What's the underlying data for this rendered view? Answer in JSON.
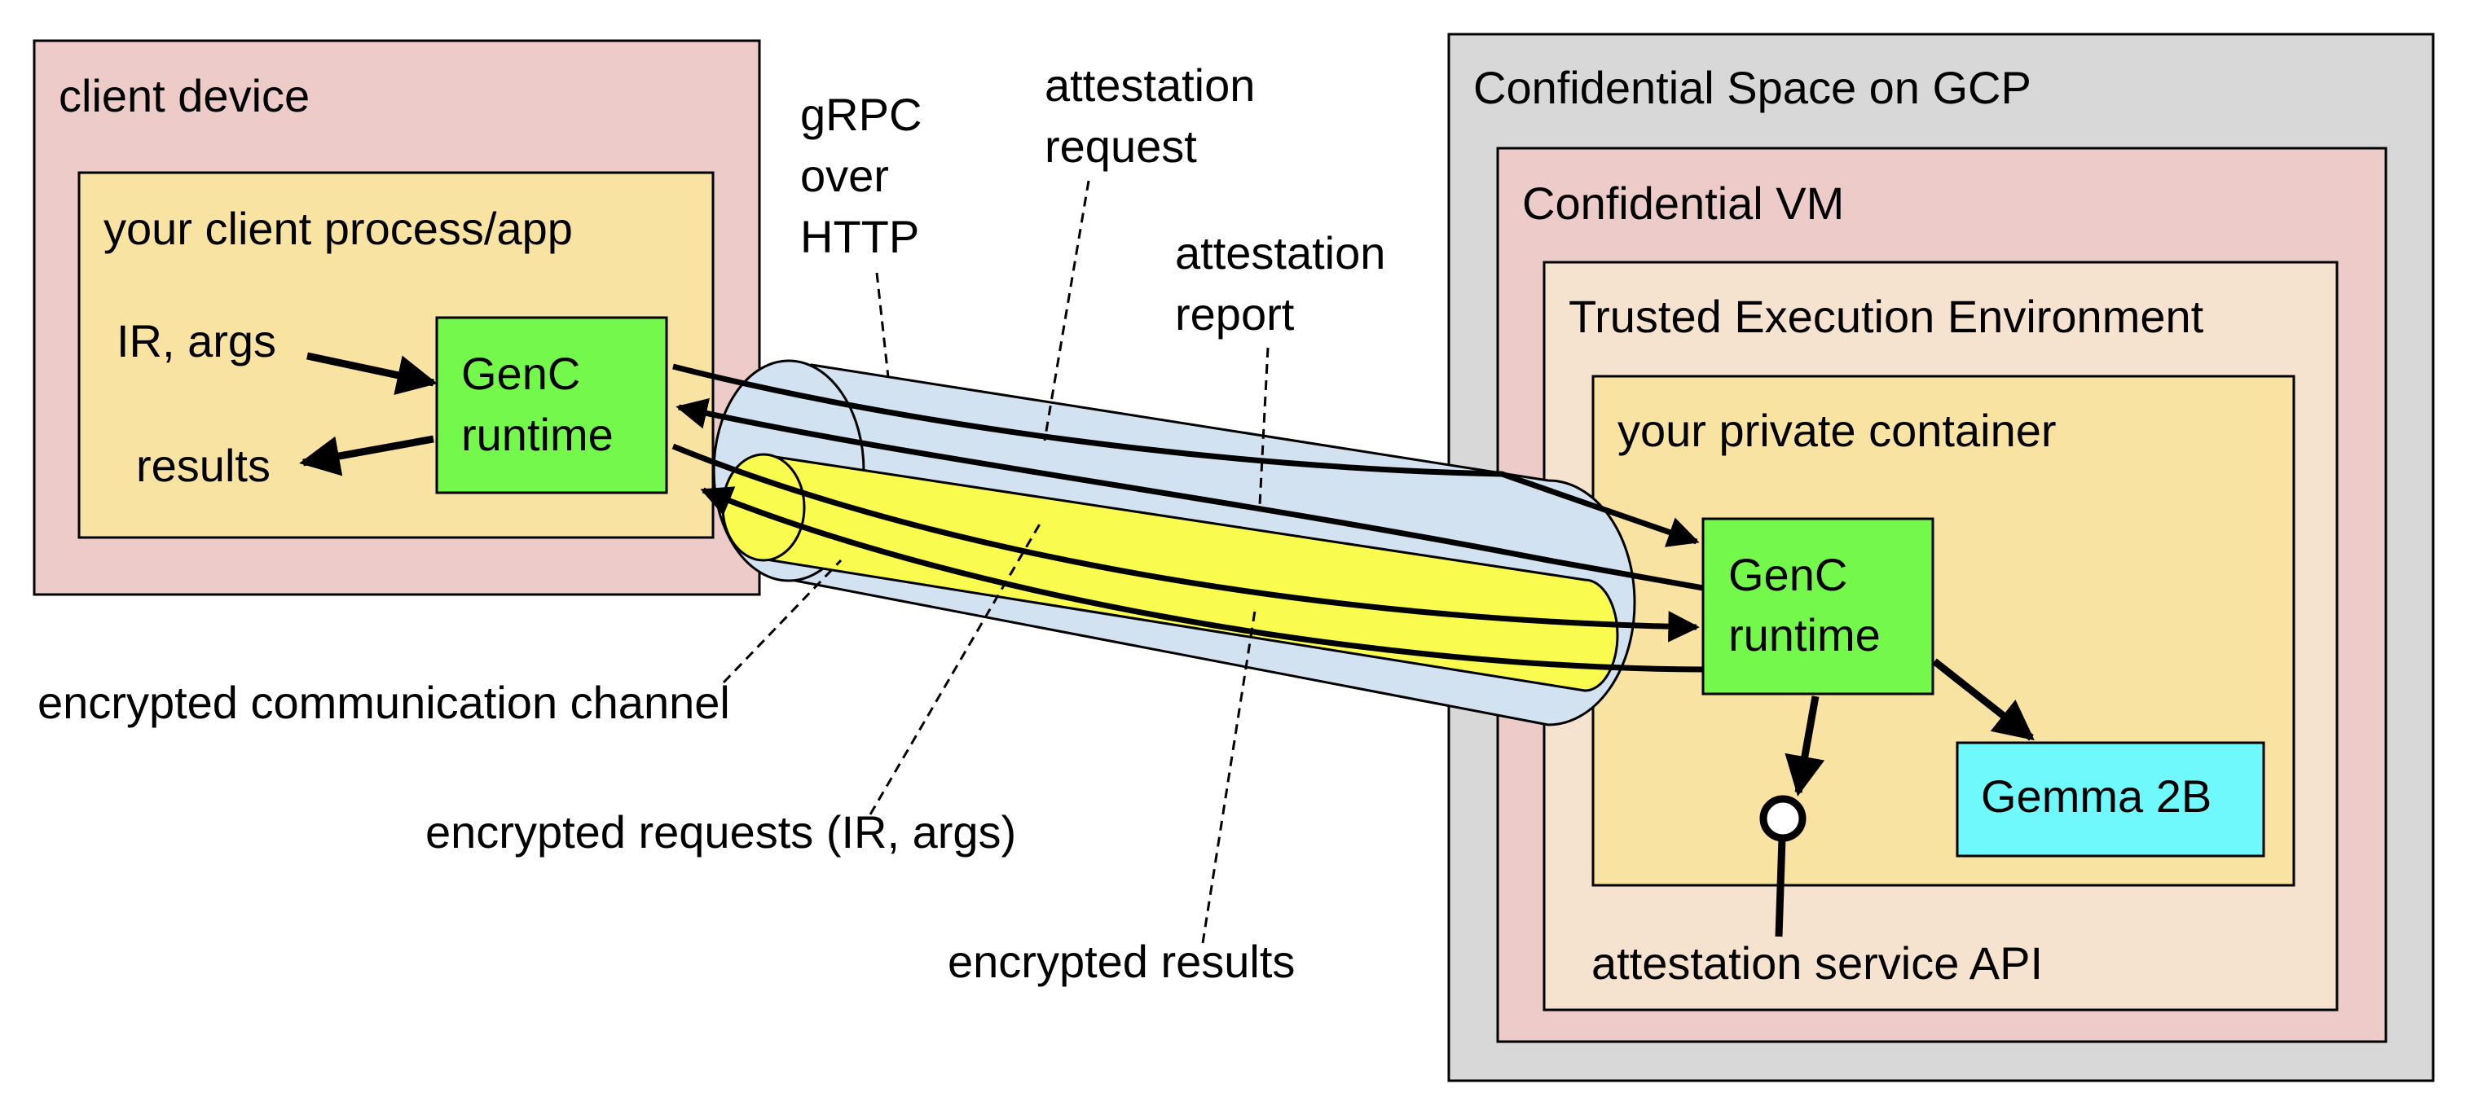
{
  "colors": {
    "client_device_fill": "#eccbc9",
    "client_app_fill": "#f9e3a3",
    "genc_fill": "#74f84b",
    "confidential_space_fill": "#d8d8d8",
    "confidential_vm_fill": "#eccbc9",
    "tee_fill": "#f6e3cf",
    "container_fill": "#f9e3a3",
    "gemma_fill": "#70f9fd",
    "outer_tube_fill": "#d3e2f1",
    "inner_tube_fill": "#fafb4f",
    "stroke": "#000000"
  },
  "client_device": {
    "title": "client device",
    "app": {
      "title": "your client process/app",
      "input_label": "IR, args",
      "output_label": "results",
      "runtime": {
        "line1": "GenC",
        "line2": "runtime"
      }
    }
  },
  "channel": {
    "protocol": {
      "line1": "gRPC",
      "line2": "over",
      "line3": "HTTP"
    },
    "attestation_request": {
      "line1": "attestation",
      "line2": "request"
    },
    "attestation_report": {
      "line1": "attestation",
      "line2": "report"
    },
    "encrypted_channel": "encrypted communication channel",
    "encrypted_requests": "encrypted requests (IR, args)",
    "encrypted_results": "encrypted results"
  },
  "server": {
    "confidential_space": "Confidential Space on GCP",
    "confidential_vm": "Confidential VM",
    "tee": "Trusted Execution Environment",
    "container": {
      "title": "your private container",
      "runtime": {
        "line1": "GenC",
        "line2": "runtime"
      },
      "model": "Gemma 2B",
      "attestation_api": "attestation service API"
    }
  }
}
